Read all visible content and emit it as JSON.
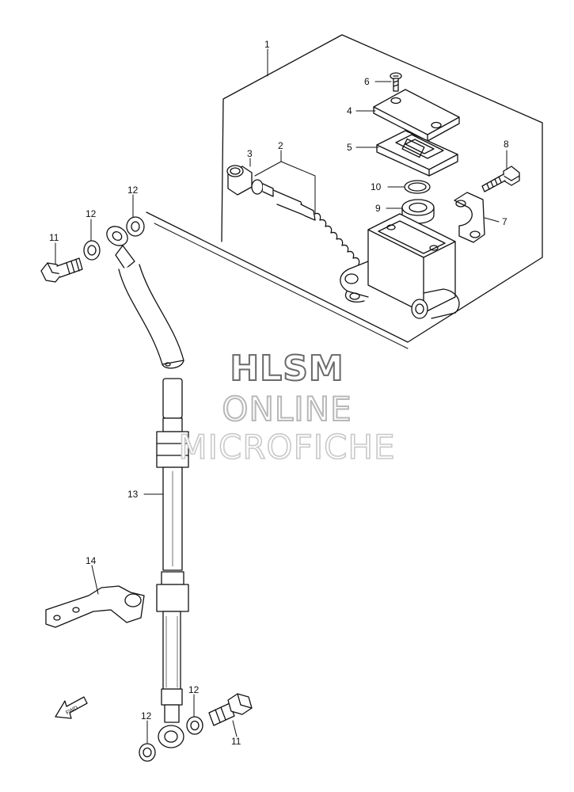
{
  "diagram": {
    "callouts": {
      "c1": "1",
      "c2": "2",
      "c3": "3",
      "c4": "4",
      "c5": "5",
      "c6": "6",
      "c7": "7",
      "c8": "8",
      "c9": "9",
      "c10": "10",
      "c11a": "11",
      "c11b": "11",
      "c12a": "12",
      "c12b": "12",
      "c12c": "12",
      "c12d": "12",
      "c13": "13",
      "c14": "14"
    },
    "direction_arrow": "FWD"
  },
  "watermark": {
    "line1": "HLSM",
    "line2": "ONLINE",
    "line3": "MICROFICHE"
  }
}
